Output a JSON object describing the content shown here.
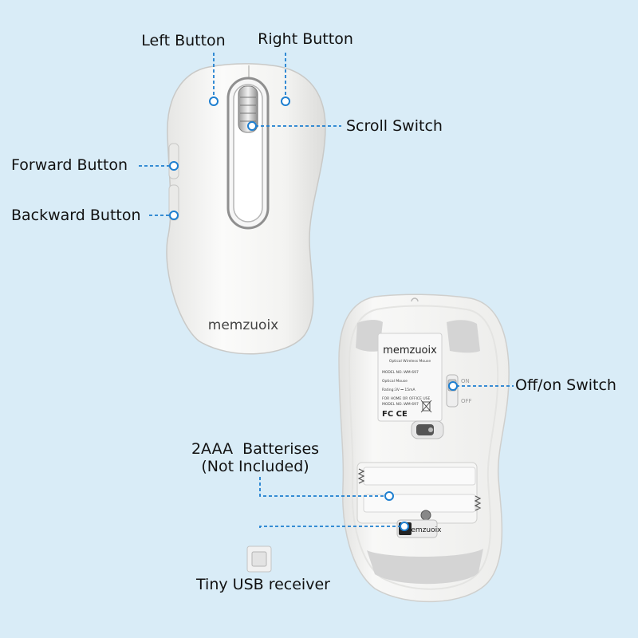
{
  "callouts": {
    "left_button": "Left Button",
    "right_button": "Right Button",
    "scroll_switch": "Scroll Switch",
    "forward_button": "Forward Button",
    "backward_button": "Backward Button",
    "off_on_switch": "Off/on Switch",
    "batteries_line1": "2AAA  Batterises",
    "batteries_line2": "(Not Included)",
    "usb_receiver": "Tiny USB receiver"
  },
  "product": {
    "brand_top": "memzuoix",
    "brand_bottom": "memzuoix",
    "brand_receiver": "memzuoix",
    "label_subtitle": "Optical Wireless Mouse",
    "label_lines": [
      "MODEL NO.:WM-697",
      "Optical Mouse",
      "Rating:3V ⎓ 15mA",
      "FOR HOME OR OFFICE USE",
      "MODEL NO.:WM-697"
    ],
    "label_certs": "FC CE",
    "switch_on": "ON",
    "switch_off": "OFF"
  },
  "colors": {
    "background": "#d9ecf7",
    "accent": "#1e7fd0",
    "mouse_body": "#f4f4f2",
    "pad_gray": "#d4d4d4"
  }
}
